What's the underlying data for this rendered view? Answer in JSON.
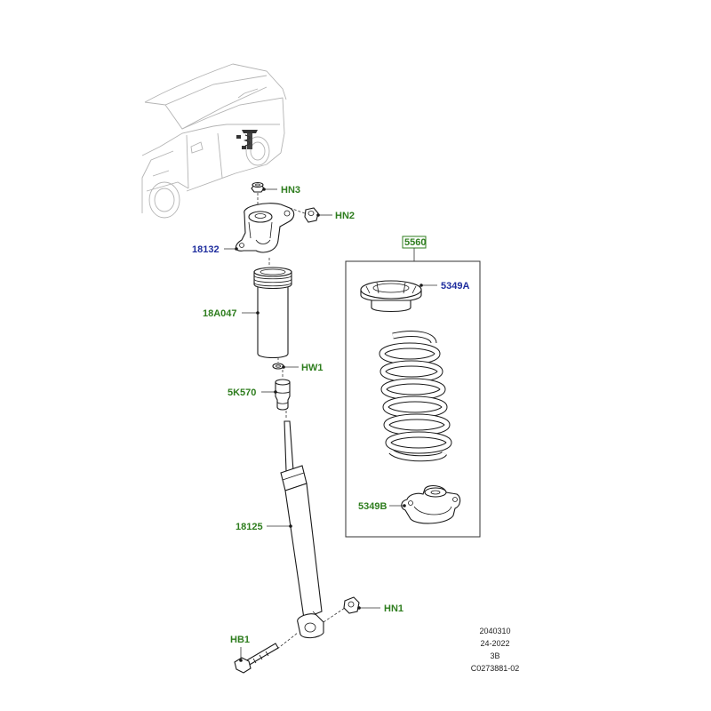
{
  "labels": {
    "hn3": "HN3",
    "hn2": "HN2",
    "p18132": "18132",
    "p18a047": "18A047",
    "hw1": "HW1",
    "p5k570": "5K570",
    "p18125": "18125",
    "hn1": "HN1",
    "hb1": "HB1",
    "kit5560": "5560",
    "p5349a": "5349A",
    "p5349b": "5349B"
  },
  "reference": {
    "line1": "2040310",
    "line2": "24-2022",
    "line3": "3B",
    "line4": "C0273881-02"
  },
  "colors": {
    "label_green": "#2e7d1e",
    "label_blue": "#1f2e9e"
  }
}
